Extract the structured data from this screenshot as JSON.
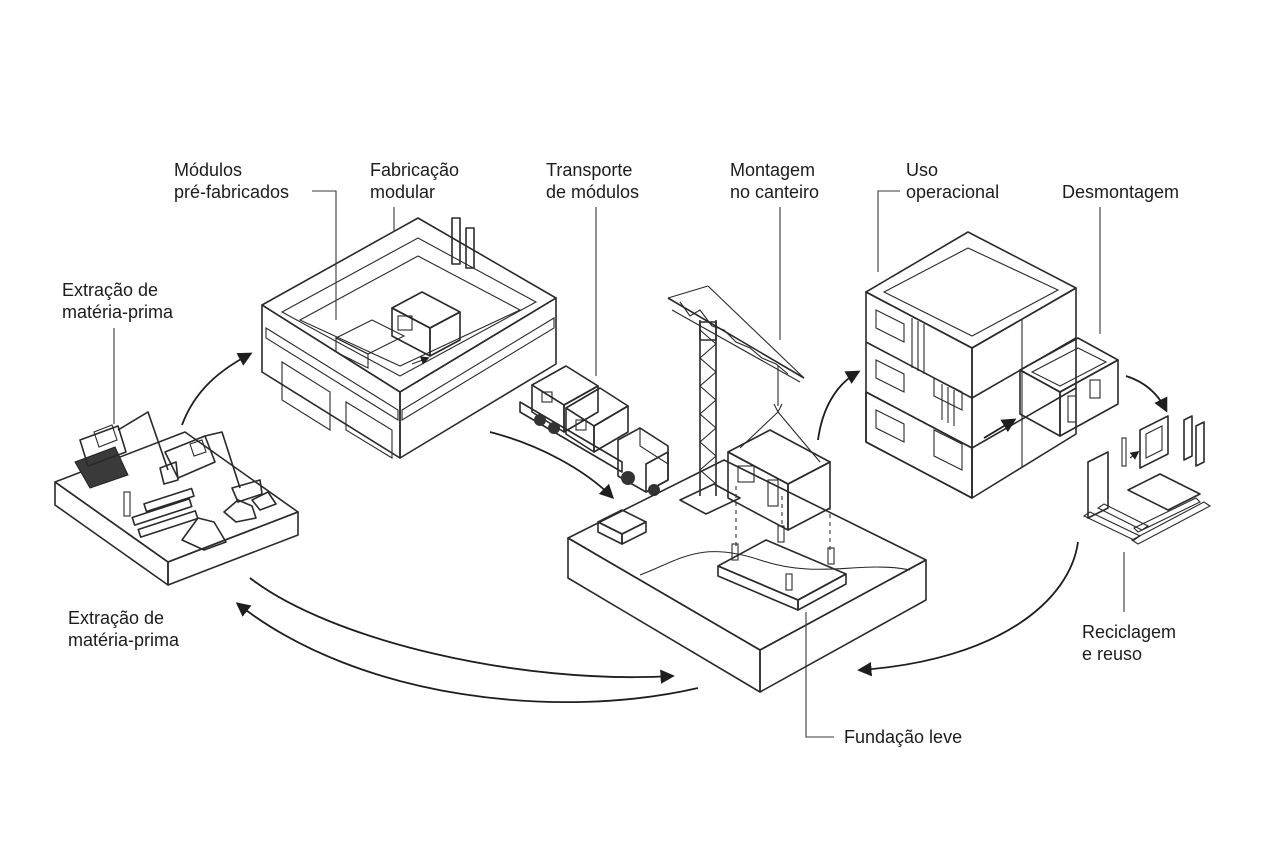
{
  "labels": {
    "modulos": [
      "Módulos",
      "pré-fabricados"
    ],
    "fabricacao": [
      "Fabricação",
      "modular"
    ],
    "transporte": [
      "Transporte",
      "de módulos"
    ],
    "montagem": [
      "Montagem",
      "no canteiro"
    ],
    "uso": [
      "Uso",
      "operacional"
    ],
    "desmontagem": [
      "Desmontagem"
    ],
    "extracao_top": [
      "Extração de",
      "matéria-prima"
    ],
    "extracao_bottom": [
      "Extração de",
      "matéria-prima"
    ],
    "reciclagem": [
      "Reciclagem",
      "e reuso"
    ],
    "fundacao": [
      "Fundação leve"
    ]
  },
  "colors": {
    "accent_teal": "#7fbfb1",
    "accent_teal_dark": "#5ea595",
    "sand": "#e6cf95",
    "sand_dark": "#cfb374",
    "wall_light": "#f0f0f0",
    "wall_mid": "#dcdcdc",
    "wall_dark": "#c4c4c4",
    "line": "#2a2a2a",
    "glass": "#d7ece8"
  },
  "icons": [
    "excavator-icon",
    "log-pile-icon",
    "rock-pile-icon",
    "factory-icon",
    "truck-icon",
    "tower-crane-icon",
    "foundation-slab-icon",
    "building-icon",
    "recycled-panels-icon"
  ]
}
